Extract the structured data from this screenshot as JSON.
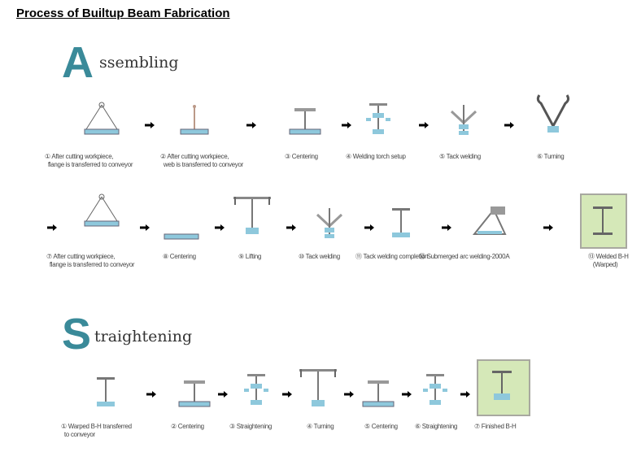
{
  "title": "Process of Builtup Beam Fabrication",
  "assembling": {
    "letter": "A",
    "rest": "ssembling",
    "row1": [
      "① After cutting workpiece,\n  flange is transferred to conveyor",
      "② After cutting workpiece,\n  web is transferred to conveyor",
      "③ Centering",
      "④ Welding torch setup",
      "⑤ Tack welding",
      "⑥ Turning"
    ],
    "row2": [
      "⑦ After cutting workpiece,\n  flange is transferred to conveyor",
      "⑧ Centering",
      "⑨ Lifting",
      "⑩ Tack welding",
      "⑪ Tack welding completion",
      "⑫ Submerged arc welding-2000A",
      "⑬ Welded B-H\n   (Warped)"
    ]
  },
  "straightening": {
    "letter": "S",
    "rest": "traightening",
    "steps": [
      "① Warped B-H transferred\n  to conveyor",
      "② Centering",
      "③ Straightening",
      "④ Turning",
      "⑤ Centering",
      "⑥ Straightening",
      "⑦ Finished B-H"
    ]
  },
  "colors": {
    "accent": "#3a8a99",
    "beam": "#8ec8dc",
    "final": "#d5e8b8"
  }
}
